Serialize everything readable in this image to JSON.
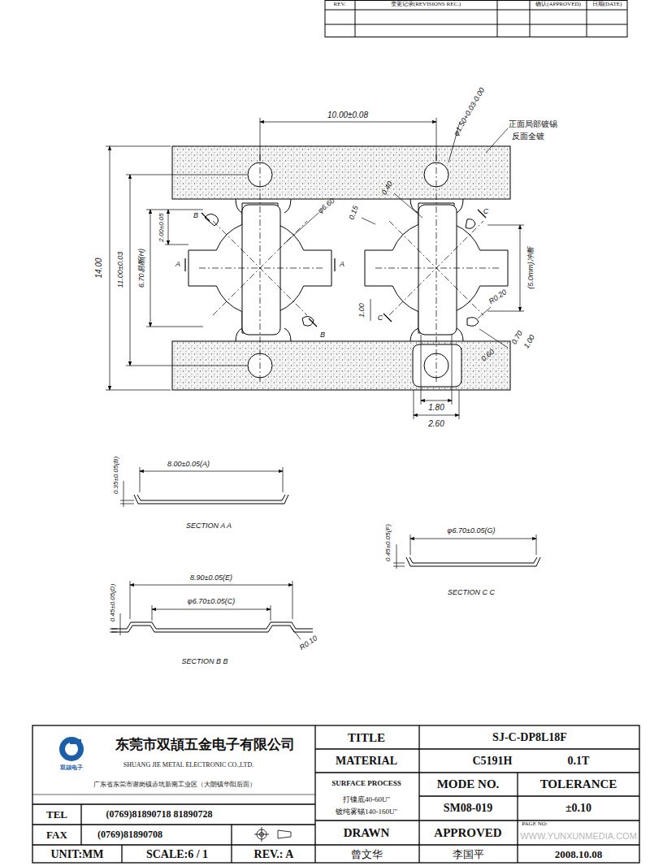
{
  "diagram": {
    "labels": [
      "REV.",
      "变更记录(REVISIONS REC.)",
      "确认(APPROVED)",
      "日期(DATE)",
      "10.00±0.08",
      "φ1.50+0.03-0.00",
      "正面局部镀锡",
      "反面全镀",
      "14.00",
      "11.00±0.03",
      "6.70易断(H)",
      "2.00±0.05",
      "φ6.60",
      "0.40",
      "0.15",
      "(5.0mm)冲断",
      "R0.20",
      "0.70",
      "1.00",
      "0.60",
      "1.00",
      "1.80",
      "2.60",
      "A",
      "A",
      "B",
      "B",
      "C",
      "C",
      "0.35±0.05(B)",
      "8.00±0.05(A)",
      "SECTION  A  A",
      "0.45±0.05(F)",
      "φ6.70±0.05(G)",
      "SECTION  C  C",
      "0.45±0.05(D)",
      "8.90±0.05(E)",
      "φ6.70±0.05(C)",
      "R0.10",
      "SECTION  B  B",
      "东莞市双頡五金电子有限公司",
      "SHUANG JIE METAL ELECTRONIC CO.,LTD.",
      "双頡电子",
      "广东省东莞市谢岗镇赤坑新南工业区（大朗镇华阳后面）",
      "TITLE",
      "SJ-C-DP8L18F",
      "MATERIAL",
      "C5191H",
      "0.1T",
      "SURFACE PROCESS",
      "打镍底40-60U\"",
      "镀纯雾锡140-160U\"",
      "MODE NO.",
      "TOLERANCE",
      "SM08-019",
      "±0.10",
      "TEL",
      "(0769)81890718  81890728",
      "FAX",
      "(0769)81890708",
      "DRAWN",
      "APPROVED",
      "PAGE NO:",
      "UNIT:MM",
      "SCALE:6 / 1",
      "REV.: A",
      "曾文华",
      "李国平",
      "2008.10.08",
      "WWW.YUNXUNMEDIA.COM"
    ]
  }
}
